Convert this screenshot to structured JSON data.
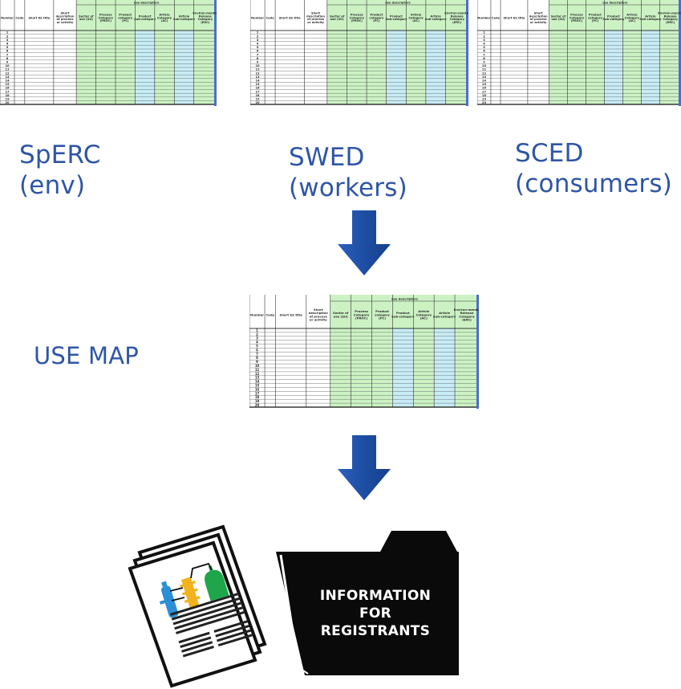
{
  "labels": {
    "sperc": "SpERC\n(env)",
    "swed": "SWED\n(workers)",
    "sced": "SCED\n(consumers)",
    "use_map": "USE MAP"
  },
  "table_headers": {
    "number": "Number",
    "code": "Code",
    "short_es_title": "Short ES title",
    "short_description": "Short description of process or activity",
    "use_descriptors": "use descriptors",
    "sector_of_use": "Sector of use (SU)",
    "process_category": "Process Category (PROC)",
    "product_category": "Product category (PC)",
    "product_subcategory": "Product Sub-category",
    "article_category": "Article Category (AC)",
    "article_subcategory": "Article Sub-category",
    "environmental_release": "Environ-mental Release Category (ERC)"
  },
  "folder": {
    "line1": "INFORMATION",
    "line2": "FOR",
    "line3": "REGISTRANTS"
  },
  "colors": {
    "label_blue": "#2e55a6",
    "arrow_blue": "#1f4fa3",
    "table_green": "#ccf2c4",
    "table_cyan": "#c8ecf5",
    "folder_black": "#0a0a0a"
  },
  "icons": {
    "arrow": "arrow-down-icon",
    "documents": "document-stack-icon",
    "folder": "folder-icon"
  }
}
